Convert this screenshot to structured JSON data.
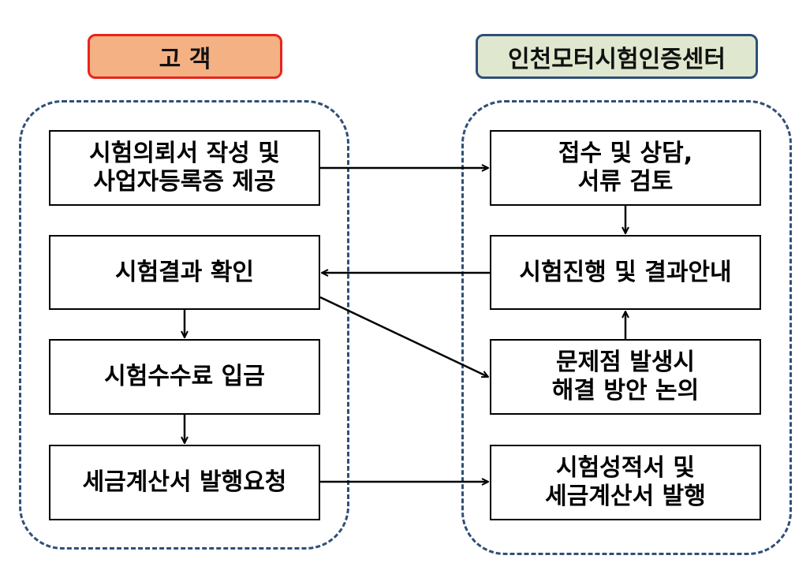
{
  "headers": {
    "left": "고 객",
    "right": "인천모터시험인증센터"
  },
  "left_steps": [
    {
      "lines": [
        "시험의뢰서 작성 및",
        "사업자등록증 제공"
      ]
    },
    {
      "lines": [
        "시험결과 확인"
      ]
    },
    {
      "lines": [
        "시험수수료 입금"
      ]
    },
    {
      "lines": [
        "세금계산서 발행요청"
      ]
    }
  ],
  "right_steps": [
    {
      "lines": [
        "접수 및 상담,",
        "서류 검토"
      ]
    },
    {
      "lines": [
        "시험진행 및 결과안내"
      ]
    },
    {
      "lines": [
        "문제점 발생시",
        "해결 방안 논의"
      ]
    },
    {
      "lines": [
        "시험성적서 및",
        "세금계산서 발행"
      ]
    }
  ],
  "colors": {
    "left_header_fill": "#f4b183",
    "left_header_border": "#e8241d",
    "right_header_fill": "#dfe8cf",
    "right_header_border": "#2f4f78",
    "group_border": "#2f4f78"
  }
}
